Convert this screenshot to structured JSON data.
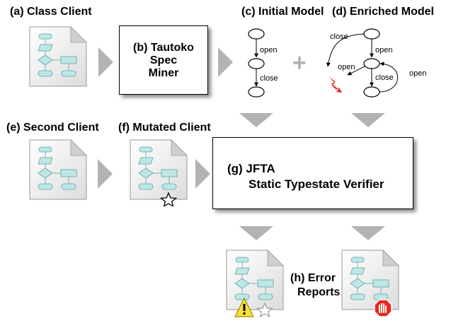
{
  "labels": {
    "a": "(a) Class Client",
    "b_line1": "(b) Tautoko",
    "b_line2": "Spec",
    "b_line3": "Miner",
    "c": "(c) Initial Model",
    "d": "(d) Enriched Model",
    "e": "(e) Second Client",
    "f": "(f) Mutated Client",
    "g_line1": "(g) JFTA",
    "g_line2": "Static Typestate Verifier",
    "h_line1": "(h) Error",
    "h_line2": "Reports"
  },
  "edges": {
    "open": "open",
    "close": "close",
    "plus": "+"
  },
  "colors": {
    "arrow": "#b3b3b3",
    "flow_fill": "#bfe6e6",
    "flow_stroke": "#5aa6a6",
    "error_red": "#e8281c"
  }
}
